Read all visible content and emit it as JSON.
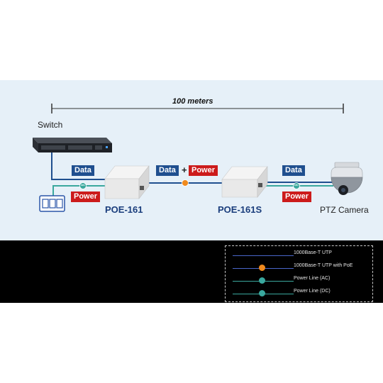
{
  "distance": {
    "label": "100 meters"
  },
  "devices": {
    "switch": {
      "label": "Switch"
    },
    "injector": {
      "label": "POE-161"
    },
    "splitter": {
      "label": "POE-161S"
    },
    "camera": {
      "label": "PTZ Camera"
    }
  },
  "links": {
    "switch_to_injector": {
      "data_label": "Data"
    },
    "power_to_injector": {
      "power_label": "Power",
      "marker_text": "AC"
    },
    "injector_to_splitter": {
      "data_label": "Data",
      "joiner": "+",
      "power_label": "Power"
    },
    "splitter_to_camera": {
      "data_label": "Data",
      "power_label": "Power",
      "marker_text": "DC"
    }
  },
  "legend": {
    "items": [
      {
        "text": "1000Base-T UTP",
        "line_color": "#4a66c9"
      },
      {
        "text": "1000Base-T UTP with PoE",
        "line_color": "#4a66c9",
        "marker_color": "#f08a1e"
      },
      {
        "text": "Power Line (AC)",
        "line_color": "#3aa89e",
        "marker_color": "#3aa89e"
      },
      {
        "text": "Power Line (DC)",
        "line_color": "#3aa89e",
        "marker_color": "#3aa89e"
      }
    ]
  },
  "colors": {
    "data_badge": "#1f4f8f",
    "power_badge": "#cc1b1b",
    "data_line": "#1f4f8f",
    "power_line": "#3aa89e",
    "poe_marker": "#f08a1e"
  }
}
